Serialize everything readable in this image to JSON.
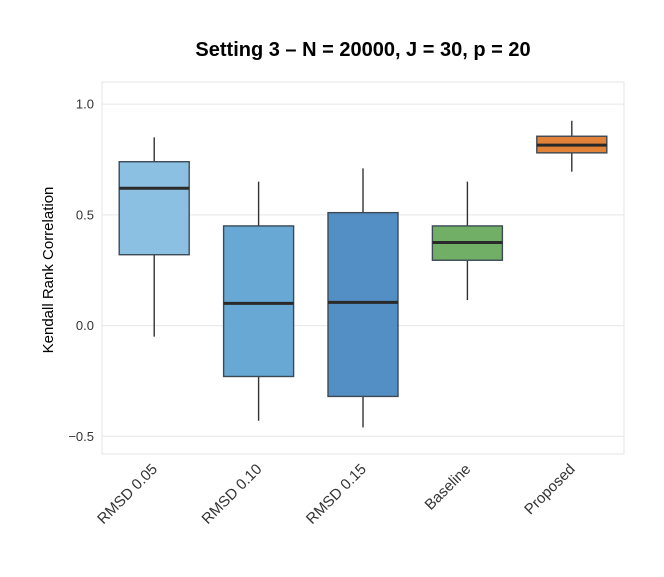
{
  "chart_data": {
    "type": "box",
    "title": "Setting 3 – N = 20000, J = 30, p = 20",
    "xlabel": "",
    "ylabel": "Kendall Rank Correlation",
    "ylim": [
      -0.58,
      1.1
    ],
    "yticks": [
      1.0,
      0.5,
      0.0,
      -0.5
    ],
    "ytick_labels": [
      "1.0",
      "0.5",
      "0.0",
      "−0.5"
    ],
    "grid": true,
    "legend": "none",
    "categories": [
      "RMSD 0.05",
      "RMSD 0.10",
      "RMSD 0.15",
      "Baseline",
      "Proposed"
    ],
    "colors": [
      "#86bde2",
      "#5fa3d2",
      "#4a88c2",
      "#6aab5e",
      "#e07b2d"
    ],
    "series": [
      {
        "category": "RMSD 0.05",
        "whisker_low": -0.05,
        "q1": 0.32,
        "median": 0.62,
        "q3": 0.74,
        "whisker_high": 0.85
      },
      {
        "category": "RMSD 0.10",
        "whisker_low": -0.43,
        "q1": -0.23,
        "median": 0.1,
        "q3": 0.45,
        "whisker_high": 0.65
      },
      {
        "category": "RMSD 0.15",
        "whisker_low": -0.46,
        "q1": -0.32,
        "median": 0.105,
        "q3": 0.51,
        "whisker_high": 0.71
      },
      {
        "category": "Baseline",
        "whisker_low": 0.115,
        "q1": 0.295,
        "median": 0.375,
        "q3": 0.45,
        "whisker_high": 0.65
      },
      {
        "category": "Proposed",
        "whisker_low": 0.695,
        "q1": 0.78,
        "median": 0.815,
        "q3": 0.855,
        "whisker_high": 0.925
      }
    ]
  }
}
